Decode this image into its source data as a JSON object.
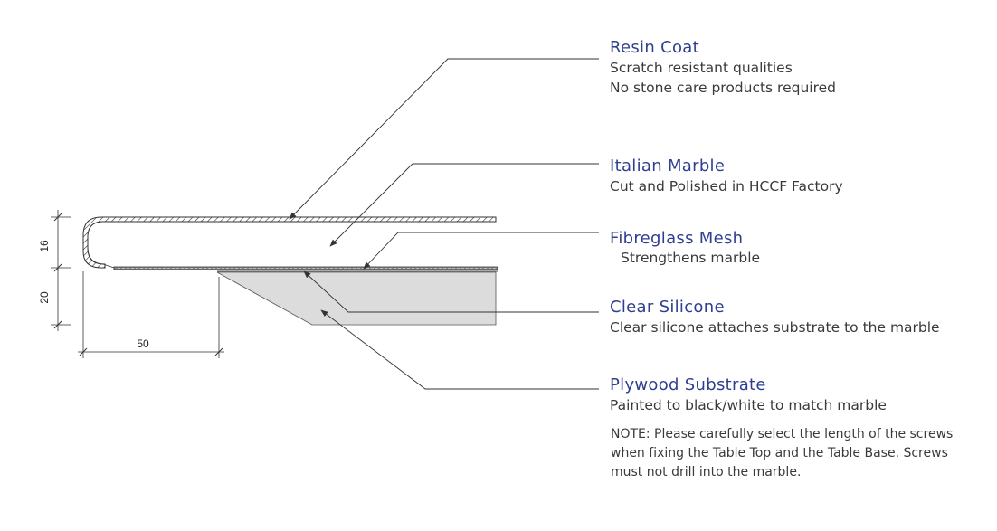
{
  "layers": [
    {
      "title": "Resin Coat",
      "lines": [
        "Scratch resistant qualities",
        "No stone care products required"
      ]
    },
    {
      "title": "Italian Marble",
      "lines": [
        "Cut and Polished in HCCF Factory"
      ]
    },
    {
      "title": "Fibreglass Mesh",
      "lines": [
        "Strengthens marble"
      ]
    },
    {
      "title": "Clear Silicone",
      "lines": [
        "Clear silicone attaches substrate to the marble"
      ]
    },
    {
      "title": "Plywood Substrate",
      "lines": [
        "Painted to black/white to match marble"
      ]
    }
  ],
  "note": "NOTE: Please carefully select the length of the screws when fixing the Table Top and the Table Base. Screws must not drill into the marble.",
  "dimensions": {
    "marble_thickness": "16",
    "substrate_thickness": "20",
    "overhang_width": "50"
  },
  "colors": {
    "title": "#2f3f8f",
    "text": "#3a3a3a",
    "substrate_fill": "#dcdcdc",
    "line": "#333333"
  }
}
